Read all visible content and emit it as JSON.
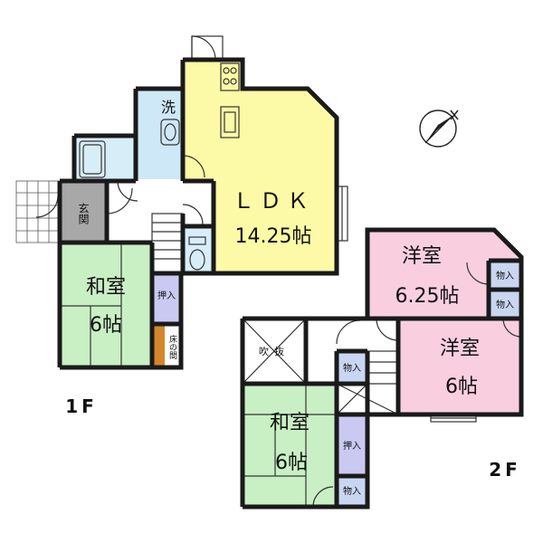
{
  "floors": {
    "first": {
      "label": "1F"
    },
    "second": {
      "label": "2F"
    }
  },
  "rooms_1f": {
    "ldk_name": "ＬＤＫ",
    "ldk_size": "14.25帖",
    "washroom": "洗",
    "entrance": "玄関",
    "washitsu_name": "和室",
    "washitsu_size": "6帖",
    "oshiire": "押入",
    "tokonoma": "床の間"
  },
  "rooms_2f": {
    "youshitsu1_name": "洋室",
    "youshitsu1_size": "6.25帖",
    "youshitsu2_name": "洋室",
    "youshitsu2_size": "6帖",
    "washitsu_name": "和室",
    "washitsu_size": "6帖",
    "fukinuke": "吹抜",
    "monoire_a": "物入",
    "monoire_b": "物入",
    "monoire_c": "物入",
    "monoire_d": "物入",
    "oshiire": "押入"
  },
  "colors": {
    "ldk": "#fcfaa6",
    "washroom": "#cfe8f7",
    "bath": "#d7eef9",
    "entrance": "#a8a8a8",
    "washitsu": "#c9f0c4",
    "oshiire": "#c9c9f2",
    "tokonoma": "#d4872a",
    "youshitsu": "#f9cfe0",
    "monoire": "#c9d6f2",
    "toilet": "#d7eef9"
  },
  "compass": {
    "icon": "compass-north-icon"
  }
}
